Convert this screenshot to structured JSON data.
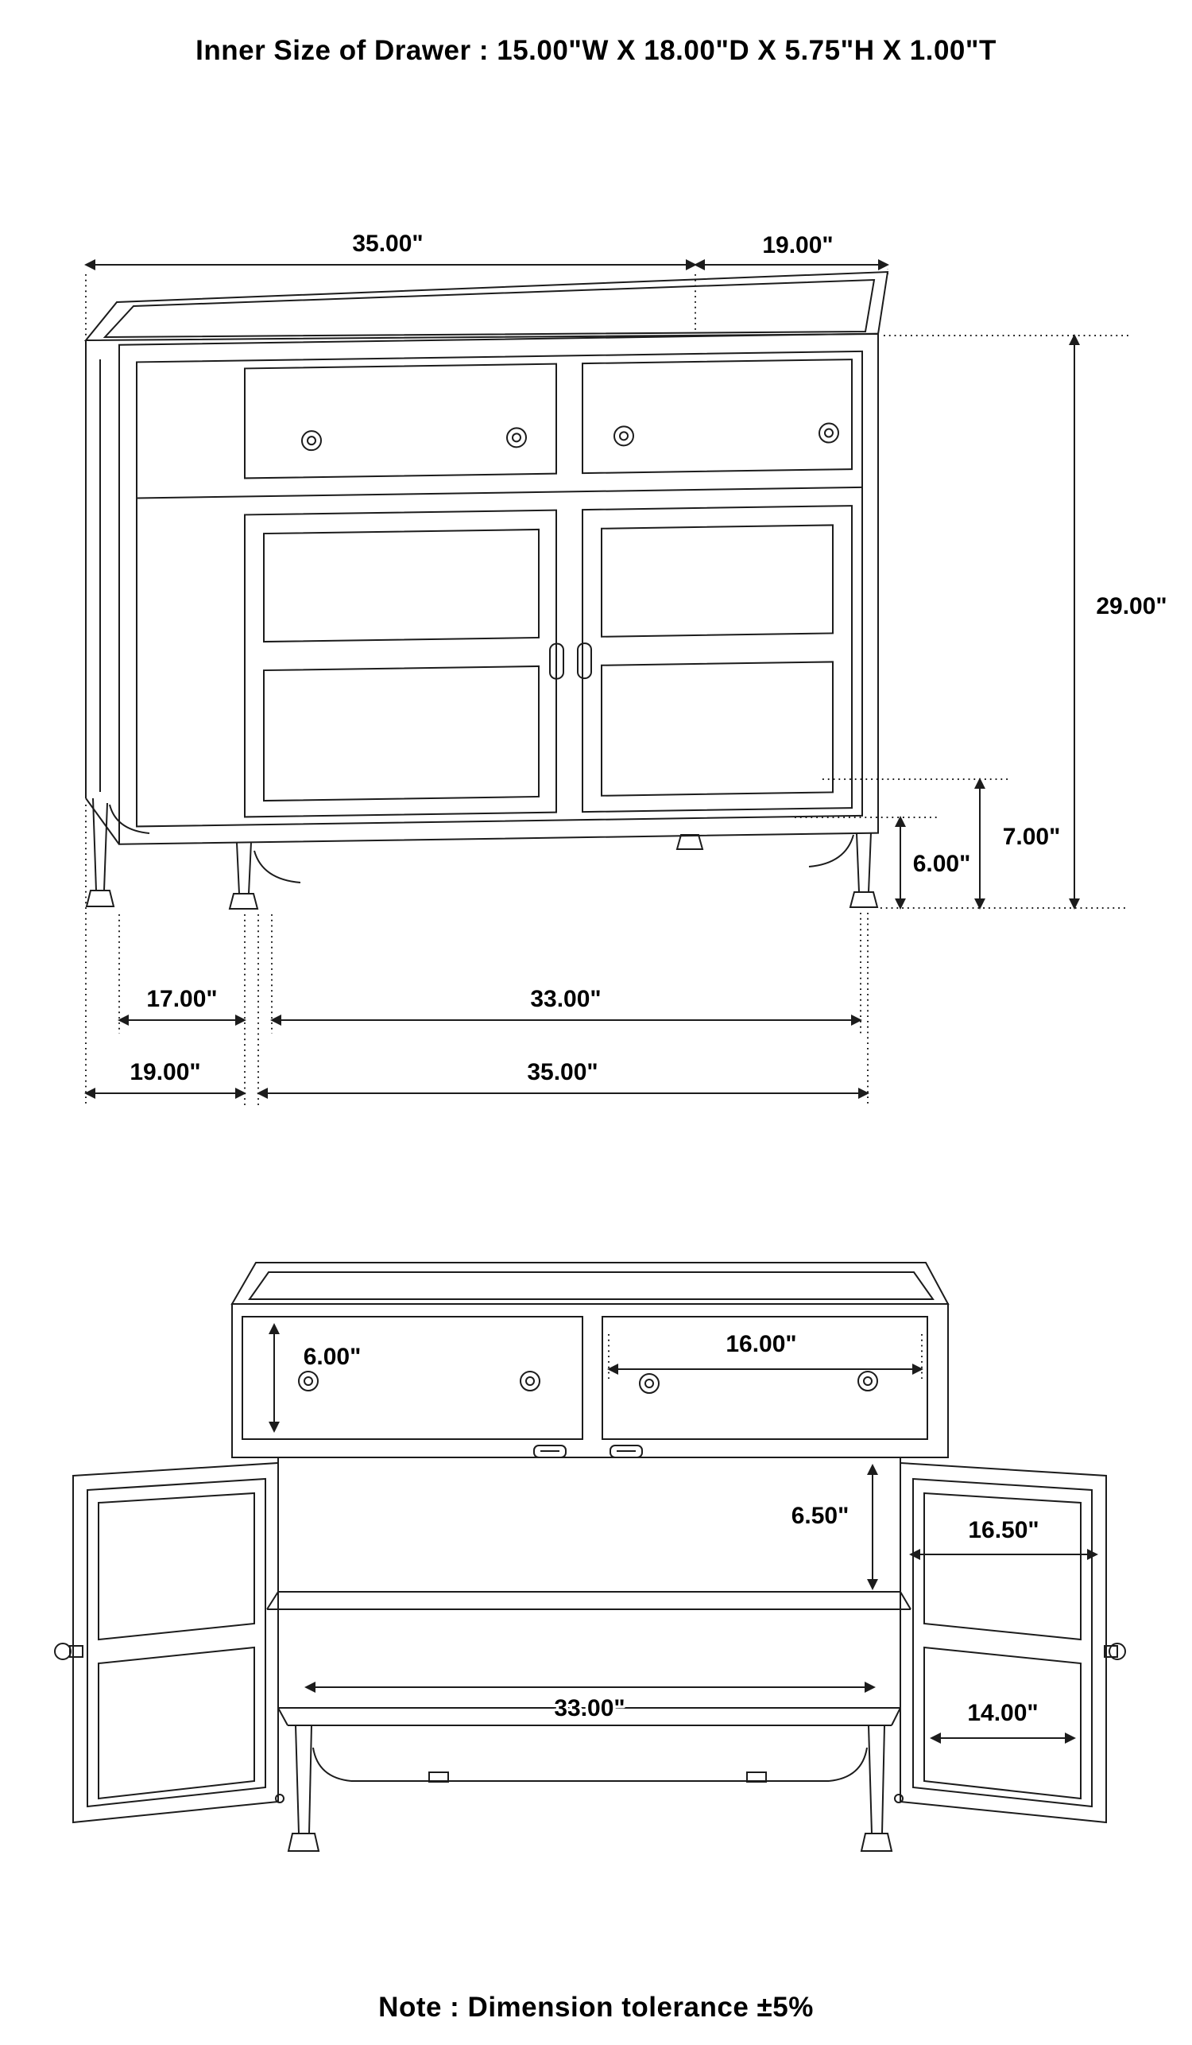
{
  "page": {
    "title": "Inner Size of Drawer : 15.00\"W X 18.00\"D X 5.75\"H X 1.00\"T",
    "note": "Note : Dimension tolerance ±5%"
  },
  "overview": {
    "top_width": "35.00\"",
    "top_depth": "19.00\"",
    "overall_height": "29.00\"",
    "leg_height_outer": "7.00\"",
    "leg_height_inner": "6.00\"",
    "base_inner_depth": "17.00\"",
    "base_inner_width": "33.00\"",
    "base_depth": "19.00\"",
    "base_width": "35.00\""
  },
  "front": {
    "drawer_height": "6.00\"",
    "drawer_width": "16.00\"",
    "shelf_clearance": "6.50\"",
    "interior_width": "33.00\"",
    "door_width": "16.50\"",
    "door_panel_width": "14.00\""
  }
}
